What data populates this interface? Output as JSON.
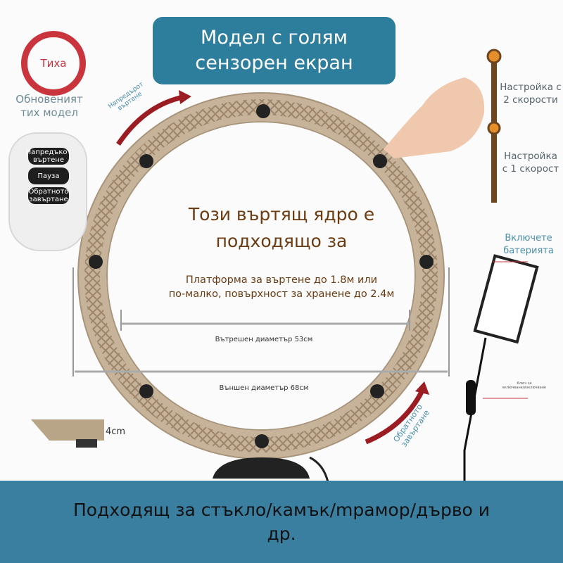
{
  "banner": {
    "line1": "Модел с голям",
    "line2": "сензорен екран"
  },
  "badge": {
    "label": "Тиха",
    "subtitle_line1": "Обновеният",
    "subtitle_line2": "тих модел"
  },
  "remote": {
    "buttons": [
      "Напредъкот въртене",
      "Пауза",
      "Обратното завъртане"
    ]
  },
  "arrows": {
    "forward": "Напредърот въртене",
    "reverse": "Обратното завъртане"
  },
  "main": {
    "title_line1": "Този въртящ ядро е",
    "title_line2": "подходящо за",
    "desc_line1": "Платформа за въртене до 1.8м или",
    "desc_line2": "по-малко, повърхност за хранене до 2.4м",
    "inner_diameter": "Вътрешен диаметър 53см",
    "outer_diameter": "Външен диаметър 68см"
  },
  "side": {
    "height": "4cm"
  },
  "speed": {
    "two_line1": "Настройка с",
    "two_line2": "2 скорости",
    "one_line1": "Настройка",
    "one_line2": "с 1 скорост"
  },
  "battery": {
    "line1": "Включете",
    "line2": "батерията",
    "switch_line1": "Ключ за",
    "switch_line2": "включване/изключване"
  },
  "footer": {
    "line1": "Подходящ за стъкло/камък/mрамор/дърво и",
    "line2": "др."
  },
  "colors": {
    "accent": "#2d7d9c",
    "ring": "#c7b39a",
    "arrow": "#9b1c22",
    "badge": "#c9343d"
  }
}
